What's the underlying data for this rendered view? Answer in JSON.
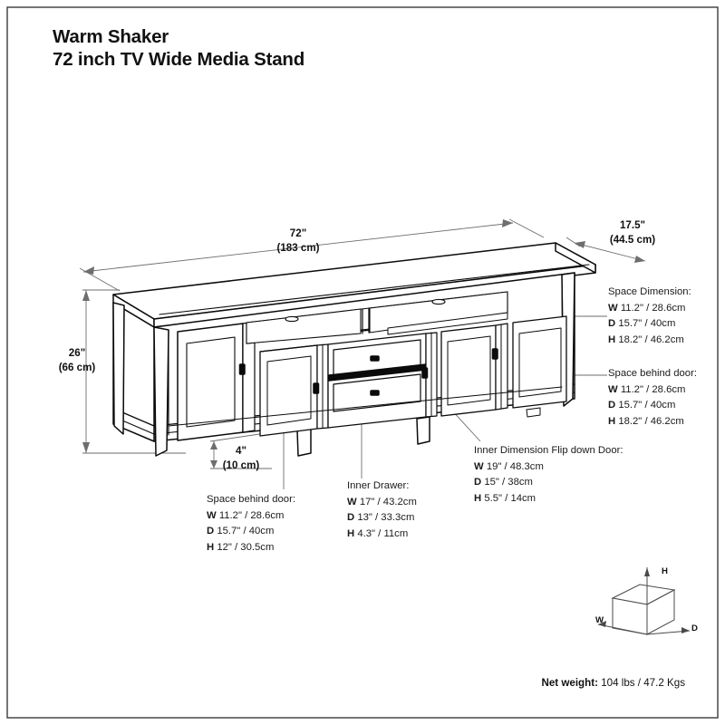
{
  "document": {
    "title_line1": "Warm Shaker",
    "title_line2": "72 inch TV Wide Media Stand",
    "product_type": "TV / Media Stand",
    "drawing_type": "dimensioned perspective line drawing"
  },
  "overall_dimensions": {
    "width": {
      "label": "width",
      "imperial": "72\"",
      "metric": "(183 cm)"
    },
    "depth": {
      "label": "depth",
      "imperial": "17.5\"",
      "metric": "(44.5 cm)"
    },
    "height": {
      "label": "height",
      "imperial": "26\"",
      "metric": "(66 cm)"
    },
    "leg_clearance": {
      "label": "leg clearance",
      "imperial": "4\"",
      "metric": "(10 cm)"
    }
  },
  "callouts": {
    "space_dimension": {
      "heading": "Space Dimension:",
      "rows": [
        {
          "key": "W",
          "value": "11.2\" / 28.6cm"
        },
        {
          "key": "D",
          "value": "15.7\" / 40cm"
        },
        {
          "key": "H",
          "value": "18.2\" / 46.2cm"
        }
      ]
    },
    "space_behind_door_right": {
      "heading": "Space behind door:",
      "rows": [
        {
          "key": "W",
          "value": "11.2\" / 28.6cm"
        },
        {
          "key": "D",
          "value": "15.7\" / 40cm"
        },
        {
          "key": "H",
          "value": "18.2\" / 46.2cm"
        }
      ]
    },
    "space_behind_door_left": {
      "heading": "Space behind door:",
      "rows": [
        {
          "key": "W",
          "value": "11.2\" / 28.6cm"
        },
        {
          "key": "D",
          "value": "15.7\" / 40cm"
        },
        {
          "key": "H",
          "value": "12\" / 30.5cm"
        }
      ]
    },
    "inner_drawer": {
      "heading": "Inner Drawer:",
      "rows": [
        {
          "key": "W",
          "value": "17\" / 43.2cm"
        },
        {
          "key": "D",
          "value": "13\" / 33.3cm"
        },
        {
          "key": "H",
          "value": "4.3\" / 11cm"
        }
      ]
    },
    "inner_flip_down_door": {
      "heading": "Inner Dimension Flip down Door:",
      "rows": [
        {
          "key": "W",
          "value": "19\" / 48.3cm"
        },
        {
          "key": "D",
          "value": "15\" / 38cm"
        },
        {
          "key": "H",
          "value": "5.5\" / 14cm"
        }
      ]
    }
  },
  "axis_legend": {
    "height_axis": "H",
    "width_axis": "W",
    "depth_axis": "D"
  },
  "footer": {
    "net_weight_label": "Net weight:",
    "net_weight_value": "104 lbs / 47.2 Kgs"
  },
  "colors": {
    "ink": "#0b0b0b",
    "dimension_line": "#6e6e6e",
    "paper": "#ffffff",
    "border": "#3a3a3a"
  }
}
